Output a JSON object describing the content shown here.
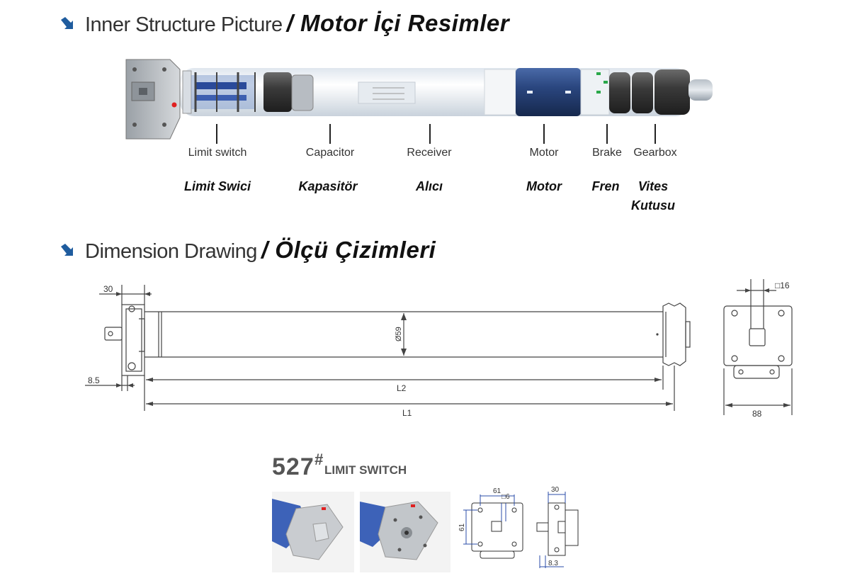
{
  "section1": {
    "title_en": "Inner Structure Picture",
    "title_tr": "/ Motor İçi Resimler",
    "components": [
      {
        "en": "Limit switch",
        "tr": "Limit Swici"
      },
      {
        "en": "Capacitor",
        "tr": "Kapasitör"
      },
      {
        "en": "Receiver",
        "tr": "Alıcı"
      },
      {
        "en": "Motor",
        "tr": "Motor"
      },
      {
        "en": "Brake",
        "tr": "Fren"
      },
      {
        "en": "Gearbox",
        "tr": "Vites Kutusu"
      }
    ]
  },
  "section2": {
    "title_en": "Dimension Drawing",
    "title_tr": "/ Ölçü Çizimleri",
    "dims": {
      "head_width": "30",
      "offset": "8.5",
      "diameter": "Ø59",
      "l2": "L2",
      "l1": "L1",
      "shaft": "□16",
      "end_width": "88"
    }
  },
  "limit_switch": {
    "model": "527",
    "hash": "#",
    "label": "LIMIT SWITCH",
    "dims": {
      "w": "61",
      "h": "61",
      "shaft": "□6",
      "depth": "30",
      "offset": "8.3"
    }
  }
}
